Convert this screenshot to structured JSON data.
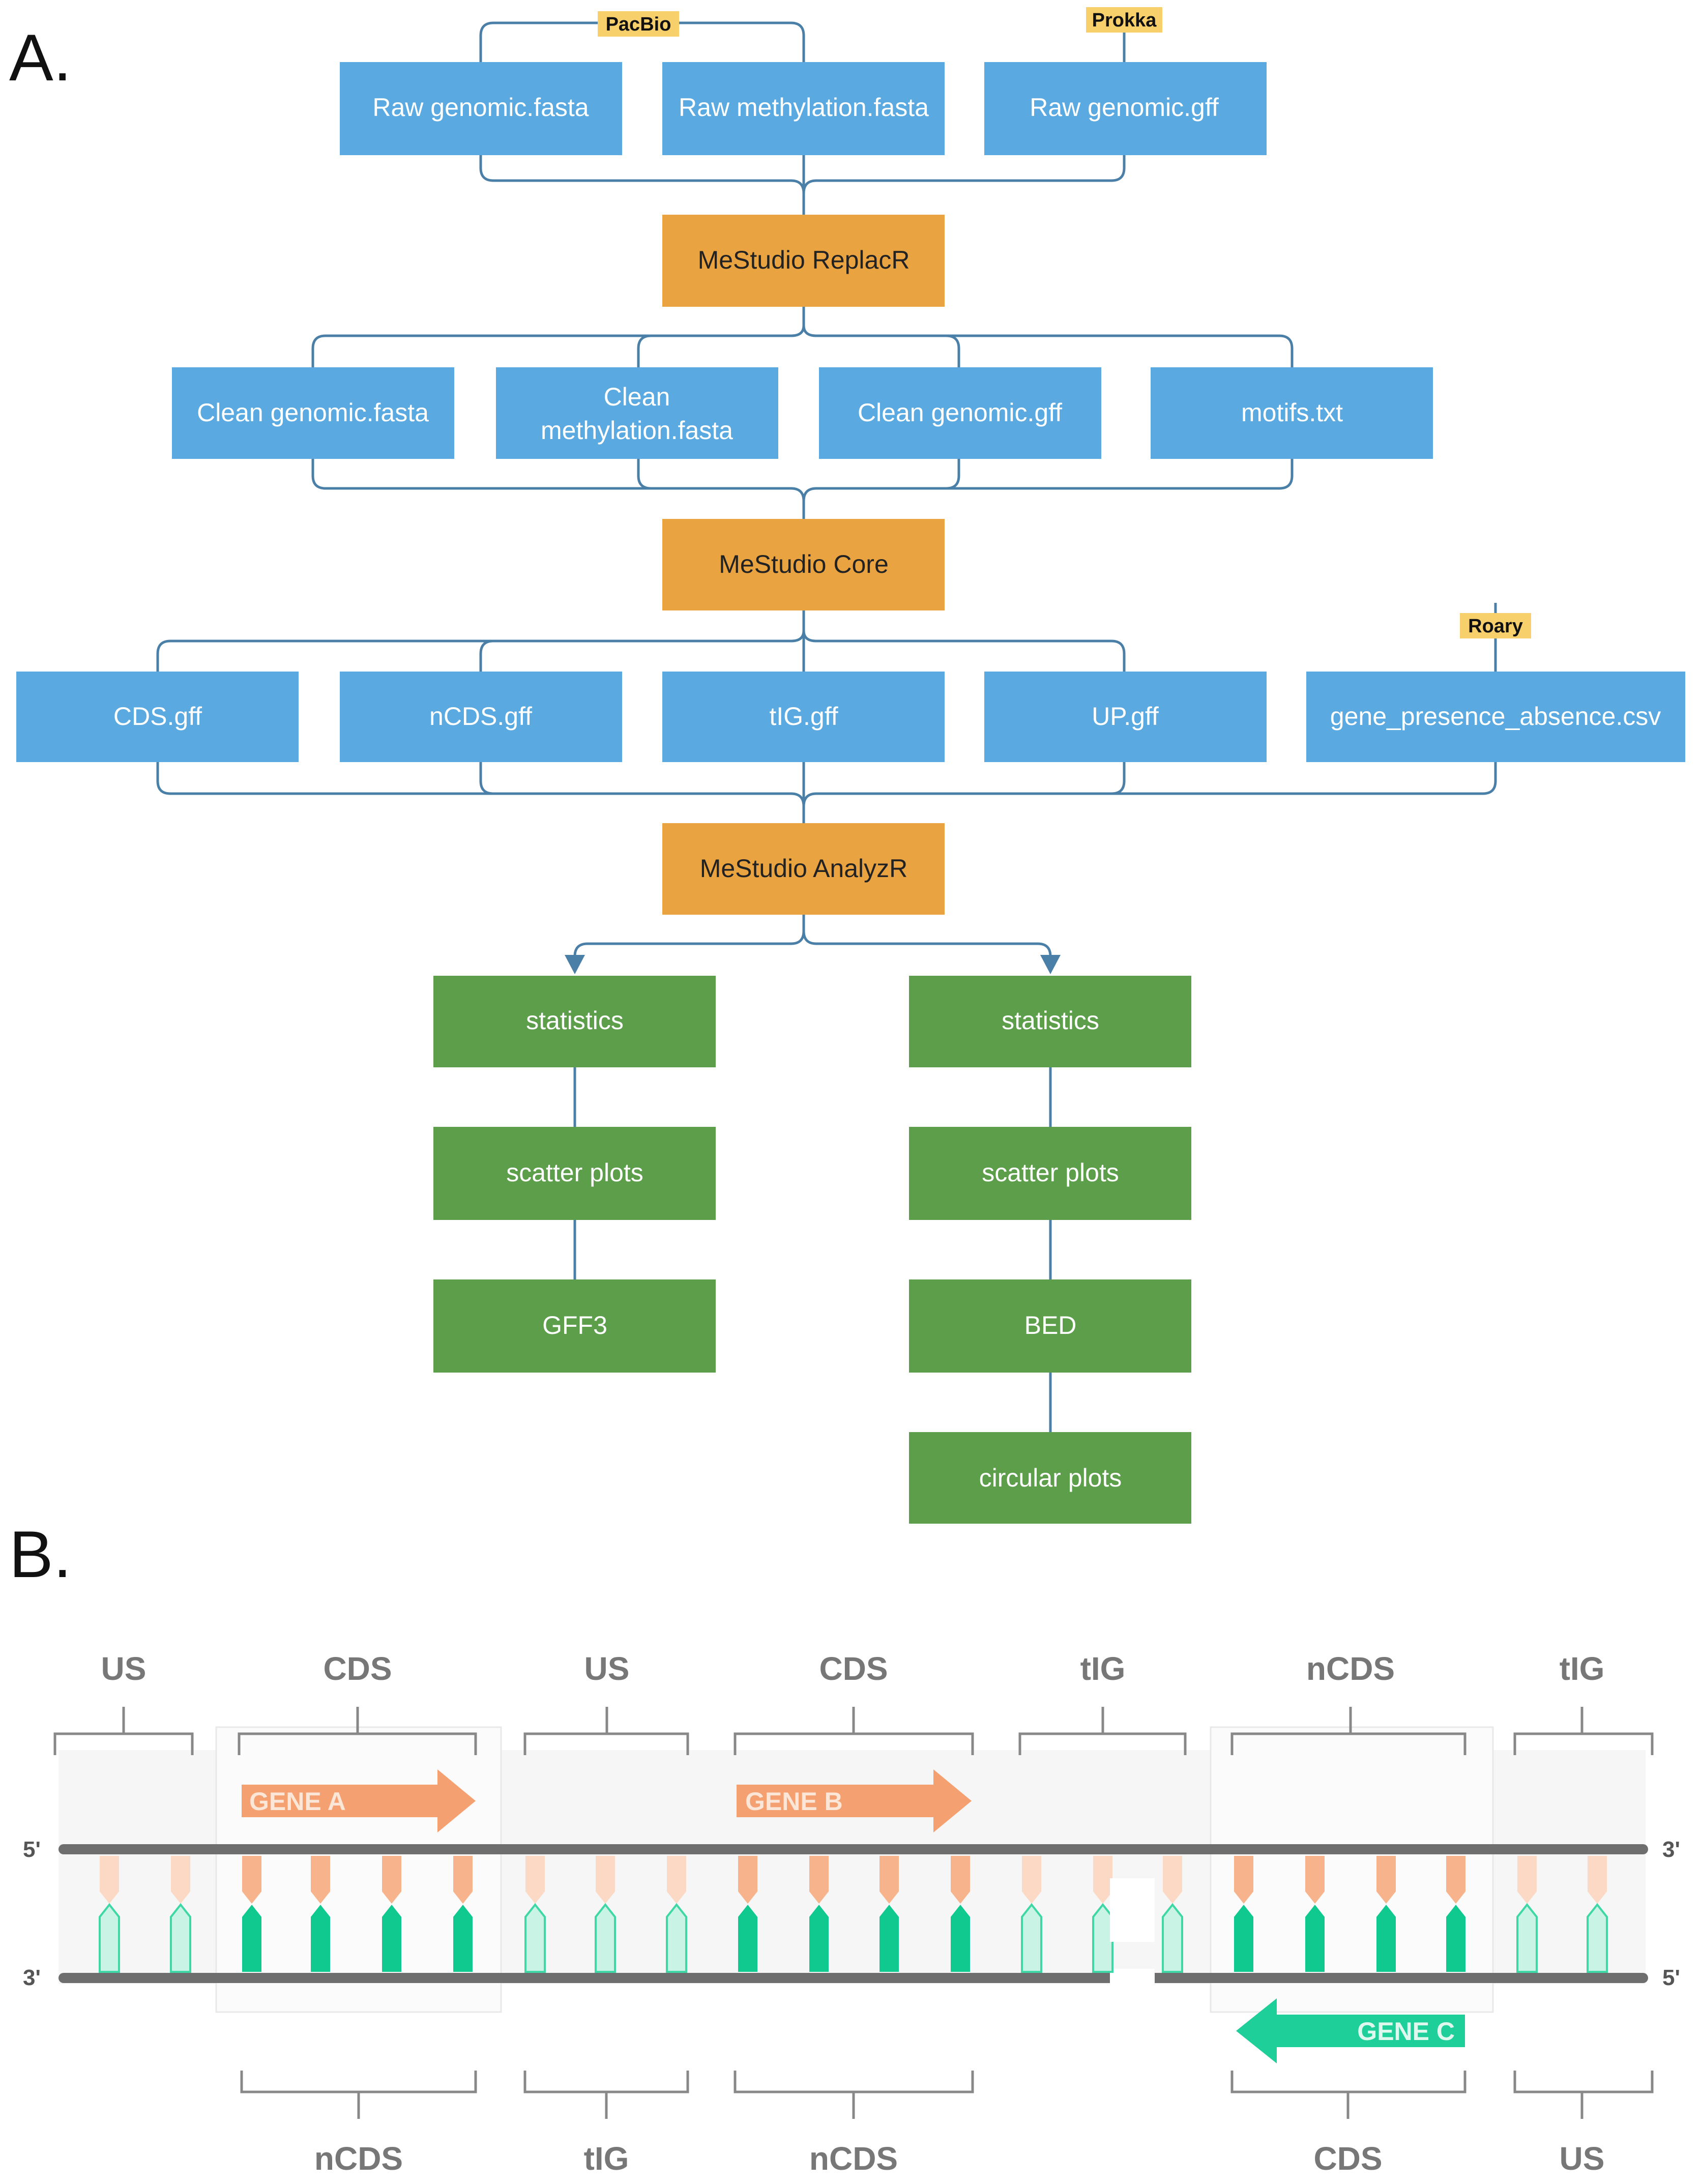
{
  "panel_a": {
    "label": "A.",
    "tags": {
      "pacbio": "PacBio",
      "prokka": "Prokka",
      "roary": "Roary"
    },
    "raw_inputs": [
      "Raw genomic.fasta",
      "Raw methylation.fasta",
      "Raw genomic.gff"
    ],
    "replacr": "MeStudio ReplacR",
    "clean_outputs": [
      "Clean genomic.fasta",
      "Clean",
      "methylation.fasta",
      "Clean genomic.gff",
      "motifs.txt"
    ],
    "core": "MeStudio Core",
    "core_outputs": [
      "CDS.gff",
      "nCDS.gff",
      "tIG.gff",
      "UP.gff",
      "gene_presence_absence.csv"
    ],
    "analyzr": "MeStudio AnalyzR",
    "left_chain": [
      "statistics",
      "scatter plots",
      "GFF3"
    ],
    "right_chain": [
      "statistics",
      "scatter plots",
      "BED",
      "circular plots"
    ],
    "colors": {
      "input": "#5aa9e0",
      "tool": "#e9a340",
      "output": "#5c9e4a",
      "tag": "#f7cf6b",
      "line": "#4a7fa8"
    }
  },
  "panel_b": {
    "label": "B.",
    "top_regions": [
      "US",
      "CDS",
      "US",
      "CDS",
      "tIG",
      "nCDS",
      "tIG"
    ],
    "bottom_regions": [
      "nCDS",
      "tIG",
      "nCDS",
      "CDS",
      "US"
    ],
    "strand_ends": {
      "top_left": "5'",
      "top_right": "3'",
      "bottom_left": "3'",
      "bottom_right": "5'"
    },
    "genes": [
      "GENE A",
      "GENE B",
      "GENE C"
    ],
    "colors": {
      "gene_forward": "#f5a070",
      "gene_reverse": "#1fcf9a",
      "strand": "#6e6e6e",
      "region_label": "#777777"
    }
  }
}
